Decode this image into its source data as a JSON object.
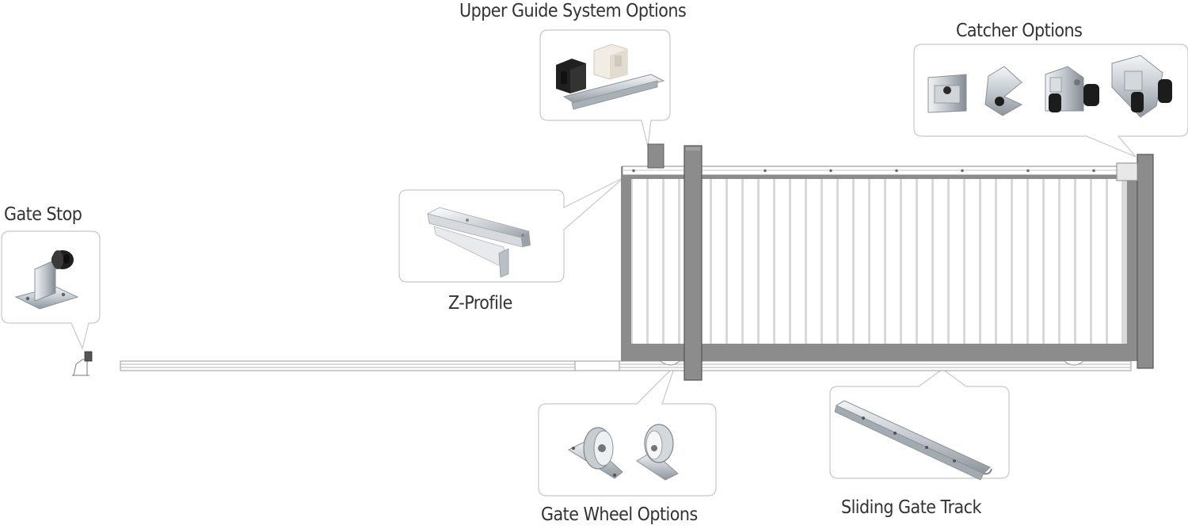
{
  "labels": {
    "upper_guide": "Upper Guide System Options",
    "catcher": "Catcher Options",
    "gate_stop": "Gate Stop",
    "z_profile": "Z-Profile",
    "gate_wheel": "Gate Wheel Options",
    "track": "Sliding Gate Track"
  },
  "colors": {
    "frame": "#8c8c8c",
    "frame_dark": "#6e6e6e",
    "panel_fill": "#d9d9d9",
    "slat": "#ffffff",
    "metal_light": "#e6e9ec",
    "metal_mid": "#b9bfc5",
    "metal_dark": "#7f868c",
    "rubber": "#222222",
    "callout_border": "#c8c8c8",
    "text": "#333333"
  },
  "icons": [
    "gate-stop-icon",
    "upper-guide-icon",
    "z-profile-icon",
    "catcher-icon",
    "gate-wheel-icon",
    "track-icon"
  ]
}
